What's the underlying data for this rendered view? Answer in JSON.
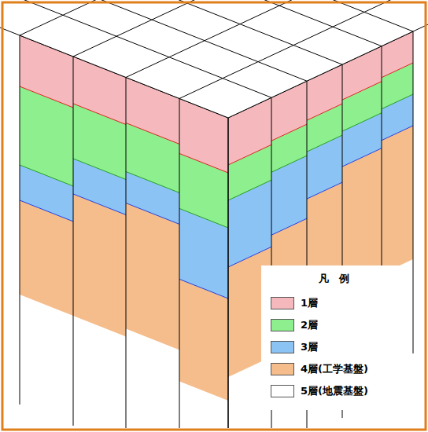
{
  "diagram": {
    "labels": [
      "凡　例"
    ],
    "legend": [
      {
        "text": "1層",
        "color": "#f5b9bd"
      },
      {
        "text": "2層",
        "color": "#8eef8e"
      },
      {
        "text": "3層",
        "color": "#8cc3f5"
      },
      {
        "text": "4層(工学基盤)",
        "color": "#f5bd8c"
      },
      {
        "text": "5層(地震基盤)",
        "color": "#ffffff"
      }
    ]
  }
}
